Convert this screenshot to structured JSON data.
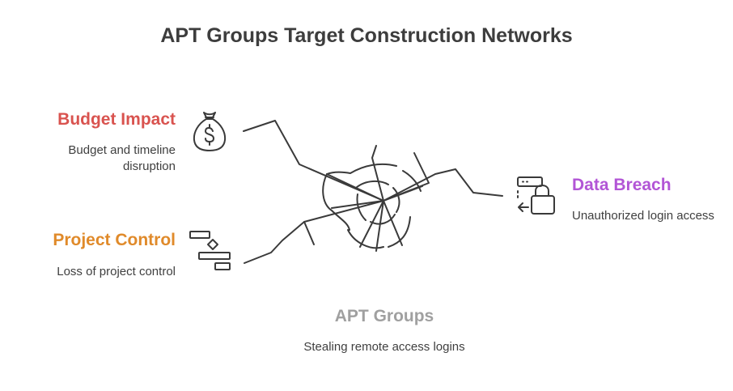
{
  "title": "APT Groups Target Construction Networks",
  "nodes": {
    "budget": {
      "heading": "Budget Impact",
      "description": "Budget and timeline disruption",
      "color": "#d9534f",
      "icon": "money-bag-icon"
    },
    "project": {
      "heading": "Project Control",
      "description": "Loss of project control",
      "color": "#e08a2a",
      "icon": "gantt-chart-icon"
    },
    "breach": {
      "heading": "Data Breach",
      "description": "Unauthorized login access",
      "color": "#b255d6",
      "icon": "password-lock-icon"
    },
    "apt": {
      "heading": "APT Groups",
      "description": "Stealing remote access logins",
      "color": "#a0a0a0",
      "icon": "shattered-glass-icon"
    }
  },
  "colors": {
    "title": "#3d3d3d",
    "line": "#3a3a3a",
    "text": "#3f3f3f"
  }
}
